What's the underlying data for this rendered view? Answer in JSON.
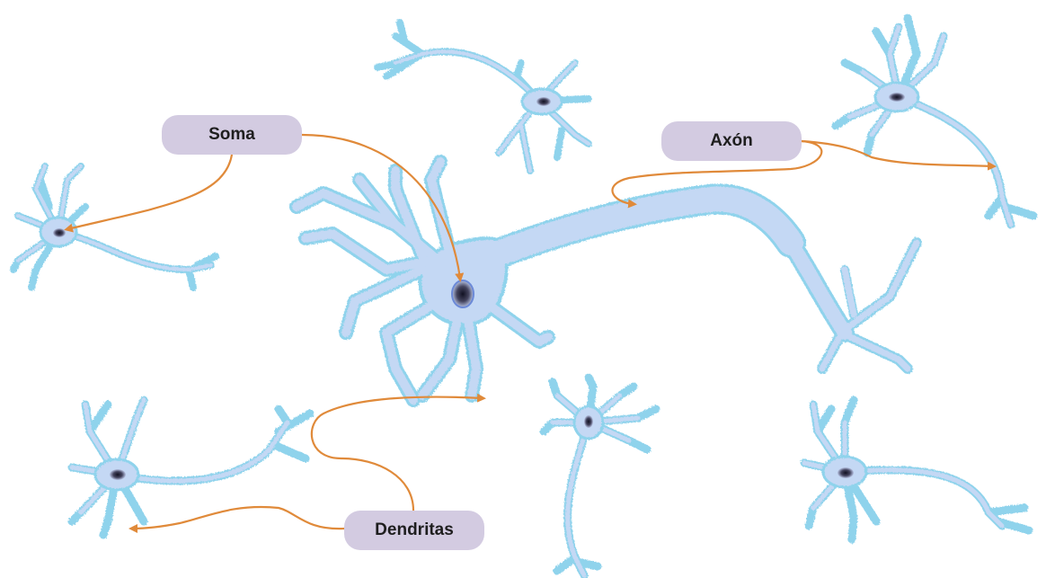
{
  "labels": {
    "soma": "Soma",
    "axon": "Axón",
    "dendrites": "Dendritas"
  },
  "colors": {
    "cell_fill": "#c4d8f4",
    "cell_edge": "#8fd3ec",
    "nucleus": "#2a2a44",
    "label_bg": "#d3cbe1",
    "arrow": "#e08a3a"
  },
  "icons": {
    "arrowhead": "triangle-arrowhead"
  }
}
